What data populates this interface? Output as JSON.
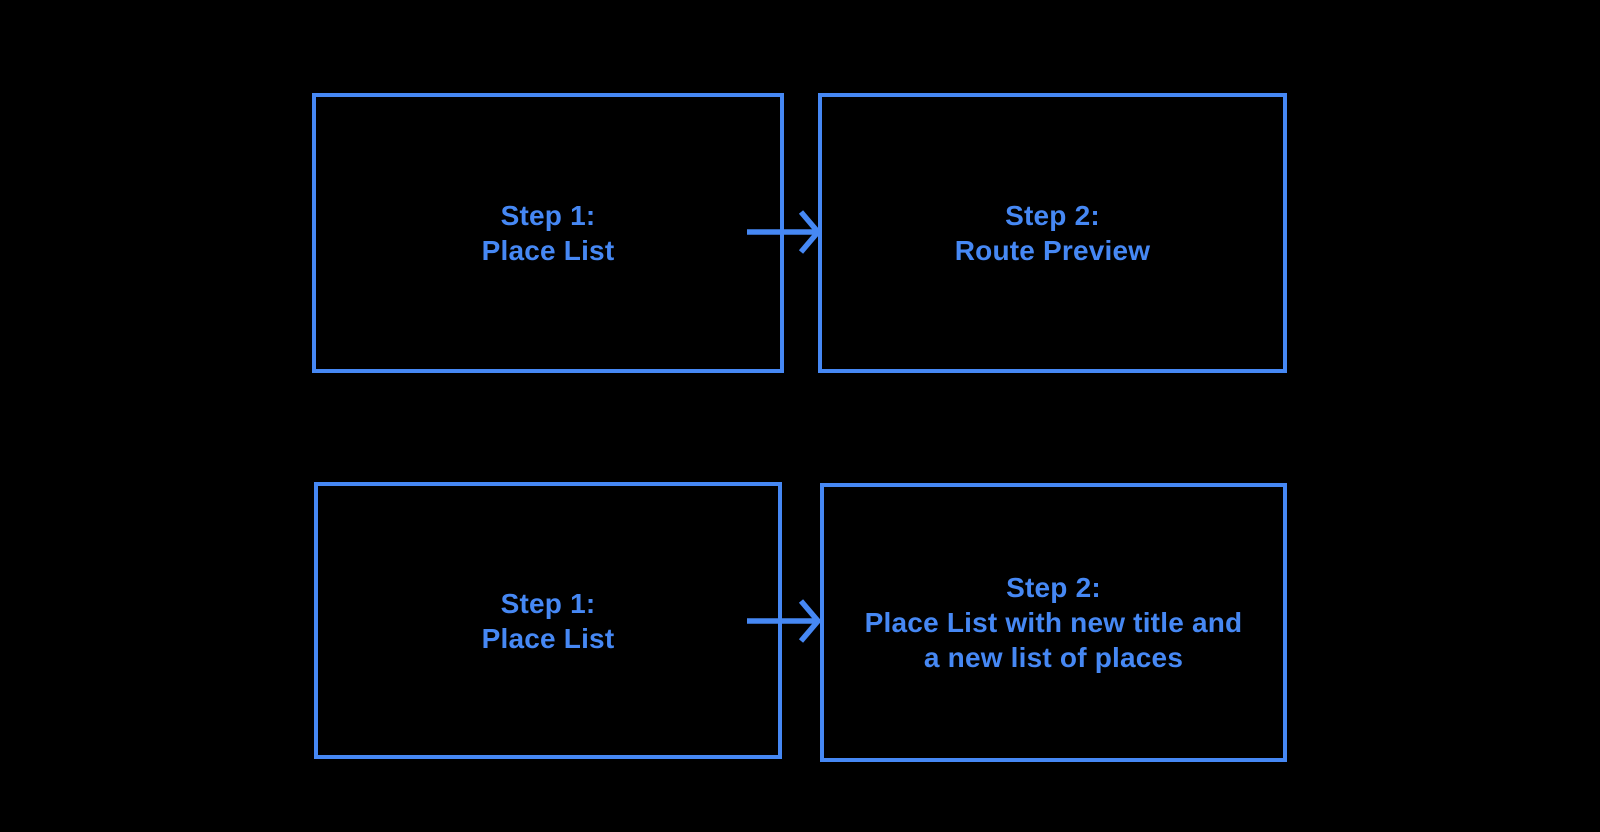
{
  "canvas": {
    "background": "#000000",
    "accent": "#4688F4"
  },
  "flows": [
    {
      "from": {
        "lines": [
          "Step 1:",
          "Place List"
        ]
      },
      "to": {
        "lines": [
          "Step 2:",
          "Route Preview"
        ]
      }
    },
    {
      "from": {
        "lines": [
          "Step 1:",
          "Place List"
        ]
      },
      "to": {
        "lines": [
          "Step 2:",
          "Place List with new title and",
          "a new list of places"
        ]
      }
    }
  ]
}
